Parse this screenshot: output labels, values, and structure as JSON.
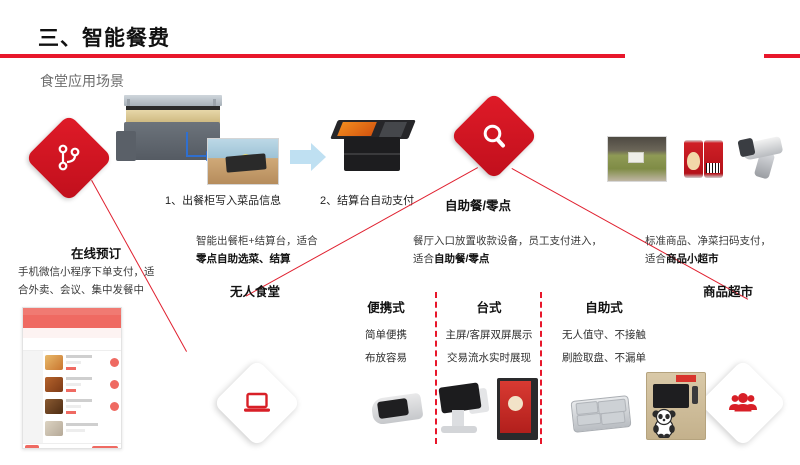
{
  "header": {
    "title": "三、智能餐费",
    "subtitle": "食堂应用场景",
    "accent_color": "#E8172B"
  },
  "flow_captions": {
    "step1": "1、出餐柜写入菜品信息",
    "step2": "2、结算台自动支付"
  },
  "nodes": [
    {
      "id": "online-order",
      "icon": "branch-icon",
      "title": "在线预订",
      "desc_line1": "手机微信小程序下单支付，适",
      "desc_line2": "合外卖、会议、集中发餐中"
    },
    {
      "id": "unmanned-canteen",
      "icon": "laptop-icon",
      "desc_line1": "智能出餐柜+结算台，适合",
      "desc_line2": "零点自助选菜、结算",
      "title": "无人食堂"
    },
    {
      "id": "buffet",
      "icon": "search-icon",
      "title": "自助餐/零点",
      "desc_line1": "餐厅入口放置收款设备，员工支付进入，",
      "desc_line2_plain": "适合",
      "desc_line2_bold": "自助餐/零点"
    },
    {
      "id": "market",
      "icon": "users-icon",
      "desc_line1": "标准商品、净菜扫码支付，",
      "desc_line2_plain": "适合",
      "desc_line2_bold": "商品小超市",
      "title": "商品超市"
    }
  ],
  "device_columns": [
    {
      "title": "便携式",
      "line1": "简单便携",
      "line2": "布放容易",
      "image": "portable-pos-terminal"
    },
    {
      "title": "台式",
      "line1": "主屏/客屏双屏展示",
      "line2": "交易流水实时展现",
      "image": "desktop-dual-screen-pos"
    },
    {
      "title": "自助式",
      "line1": "无人值守、不接触",
      "line2": "刷脸取盘、不漏单",
      "image": "self-service-cabinet"
    }
  ],
  "images": {
    "buffet_counter": "智能出餐柜",
    "food_tray": "菜品托盘",
    "checkout_kiosk": "结算台",
    "vegetables": "净菜",
    "cans": "罐装饮料",
    "scanner": "条码扫描枪",
    "phone_app": "微信小程序点餐界面"
  }
}
